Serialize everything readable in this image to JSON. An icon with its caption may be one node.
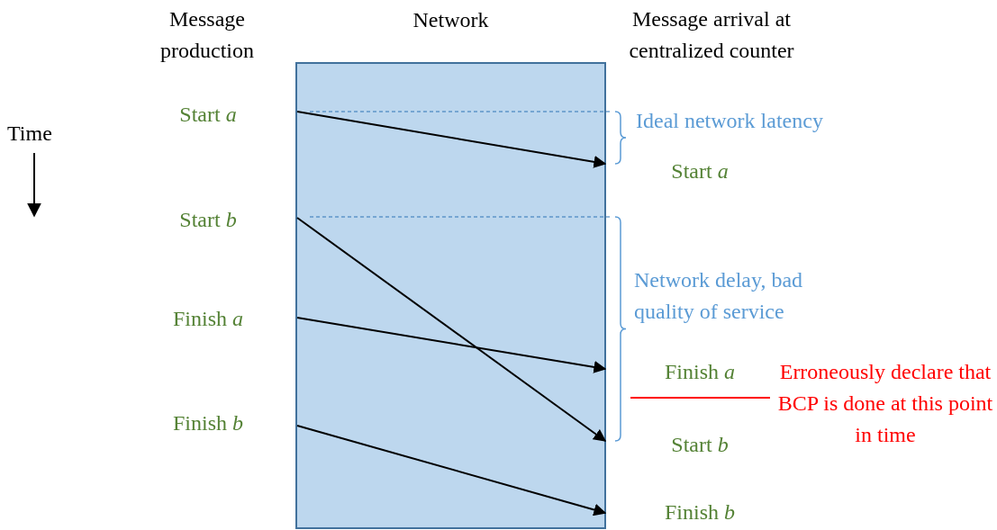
{
  "diagram": {
    "nodes": [
      {
        "text": [
          "Network"
        ]
      },
      {
        "text": [
          "Start *a*"
        ]
      },
      {
        "text": [
          "Start *b*"
        ]
      },
      {
        "text": [
          "Finish *a*"
        ]
      },
      {
        "text": [
          "Finish *b*"
        ]
      },
      {
        "text": [
          "Start *a*"
        ]
      },
      {
        "text": [
          "Finish *a*"
        ]
      },
      {
        "text": [
          "Start *b*"
        ]
      },
      {
        "text": [
          "Finish *b*"
        ]
      }
    ],
    "labels": [
      "Message production",
      "Message arrival at centralized counter",
      "Time",
      "Ideal network latency",
      "Network delay, bad quality of service",
      "Erroneously declare that BCP is done at this point in time"
    ]
  }
}
